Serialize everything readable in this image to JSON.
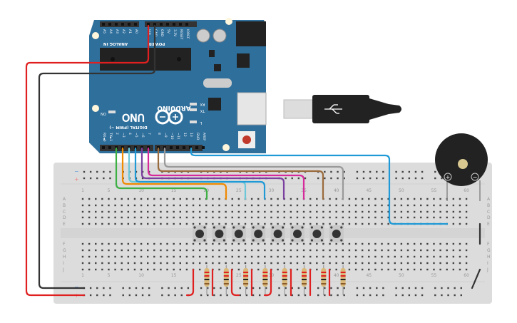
{
  "colors": {
    "board": "#2f6f9c",
    "breadboard": "#dcdcdc",
    "wire_red": "#e02020",
    "wire_black": "#333333",
    "wire_green": "#3cb043",
    "wire_orange": "#f08a00",
    "wire_lightblue": "#6cc8d8",
    "wire_blue": "#1f9ad6",
    "wire_purple": "#7b3fa0",
    "wire_magenta": "#d62a9c",
    "wire_brown": "#9a6b3c",
    "wire_gray": "#9a9a9a"
  },
  "arduino": {
    "brand": "ARDUINO",
    "model": "UNO",
    "analog_label": "ANALOG IN",
    "power_label": "POWER",
    "digital_label": "DIGITAL (PWM ~)",
    "on_label": "ON",
    "rx_label": "RX",
    "tx_label": "TX",
    "l_label": "L",
    "analog_pins": [
      "A5",
      "A4",
      "A3",
      "A2",
      "A1",
      "A0"
    ],
    "power_pins": [
      "VIN",
      "GND",
      "GND",
      "5V",
      "3.3V",
      "RESET",
      "IOREF"
    ],
    "digital_pins_low": [
      "RX◄0",
      "TX►1",
      "2",
      "~3",
      "4",
      "~5",
      "~6",
      "7"
    ],
    "digital_pins_high": [
      "8",
      "~9",
      "~10",
      "~11",
      "12",
      "13",
      "GND",
      "AREF"
    ]
  },
  "breadboard": {
    "rows_top": [
      "A",
      "B",
      "C",
      "D",
      "E"
    ],
    "rows_bottom": [
      "F",
      "G",
      "H",
      "I",
      "J"
    ],
    "column_numbers": [
      "1",
      "5",
      "10",
      "15",
      "20",
      "25",
      "30",
      "35",
      "40",
      "45",
      "50",
      "55",
      "60"
    ],
    "rail_minus": "−",
    "rail_plus": "+"
  },
  "buzzer": {
    "plus": "+",
    "minus": "−"
  },
  "components": {
    "pushbuttons": 8,
    "resistors": 8
  }
}
